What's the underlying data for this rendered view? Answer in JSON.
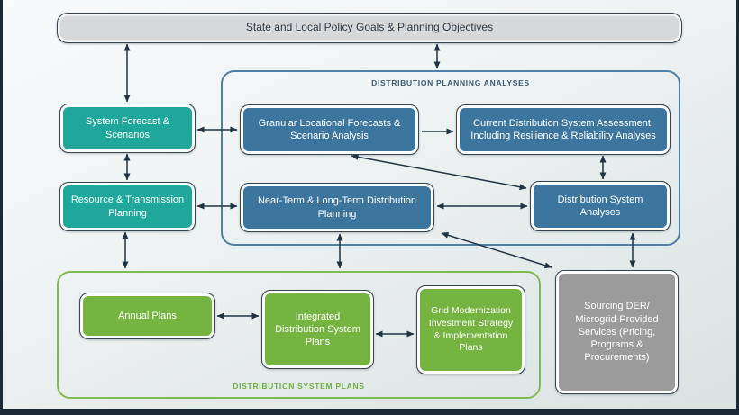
{
  "colors": {
    "teal": "#1ea79a",
    "blue": "#3c759d",
    "green": "#76b441",
    "gray": "#9b9b9b",
    "policy_fill": "#d6d8da",
    "node_border": "#36454f",
    "arrow": "#203443",
    "analyses_border": "#4e80a8",
    "analyses_label": "#3a5a75",
    "plans_border": "#7fbb52",
    "plans_label": "#70ad3f",
    "frame": "#1c2a35"
  },
  "nodes": {
    "policy": "State and Local Policy Goals & Planning Objectives",
    "system_forecast": "System Forecast & Scenarios",
    "resource_transmission": "Resource & Transmission Planning",
    "granular": "Granular Locational Forecasts & Scenario Analysis",
    "current_assessment": "Current Distribution System Assessment, Including Resilience & Reliability Analyses",
    "near_term": "Near-Term & Long-Term Distribution Planning",
    "system_analyses": "Distribution System Analyses",
    "annual": "Annual Plans",
    "integrated": "Integrated Distribution System Plans",
    "grid_mod": "Grid Modernization Investment Strategy & Implementation Plans",
    "sourcing": "Sourcing DER/ Microgrid-Provided Services (Pricing, Programs & Procurements)"
  },
  "containers": {
    "analyses_label": "DISTRIBUTION PLANNING ANALYSES",
    "plans_label": "DISTRIBUTION SYSTEM PLANS"
  },
  "connections": [
    {
      "from": "policy",
      "to": "system_forecast",
      "bidirectional": true
    },
    {
      "from": "policy",
      "to": "planning_analyses_container",
      "bidirectional": true
    },
    {
      "from": "system_forecast",
      "to": "granular",
      "bidirectional": true
    },
    {
      "from": "system_forecast",
      "to": "resource_transmission",
      "bidirectional": true
    },
    {
      "from": "resource_transmission",
      "to": "near_term",
      "bidirectional": true
    },
    {
      "from": "granular",
      "to": "current_assessment",
      "bidirectional": false
    },
    {
      "from": "granular",
      "to": "system_analyses",
      "bidirectional": true
    },
    {
      "from": "near_term",
      "to": "system_analyses",
      "bidirectional": true
    },
    {
      "from": "current_assessment",
      "to": "system_analyses",
      "bidirectional": true
    },
    {
      "from": "near_term",
      "to": "system_plans_container",
      "bidirectional": true
    },
    {
      "from": "near_term",
      "to": "sourcing",
      "bidirectional": true
    },
    {
      "from": "system_analyses",
      "to": "sourcing",
      "bidirectional": true
    },
    {
      "from": "resource_transmission",
      "to": "system_plans_container",
      "bidirectional": true
    },
    {
      "from": "annual",
      "to": "integrated",
      "bidirectional": true
    },
    {
      "from": "integrated",
      "to": "grid_mod",
      "bidirectional": true
    }
  ]
}
